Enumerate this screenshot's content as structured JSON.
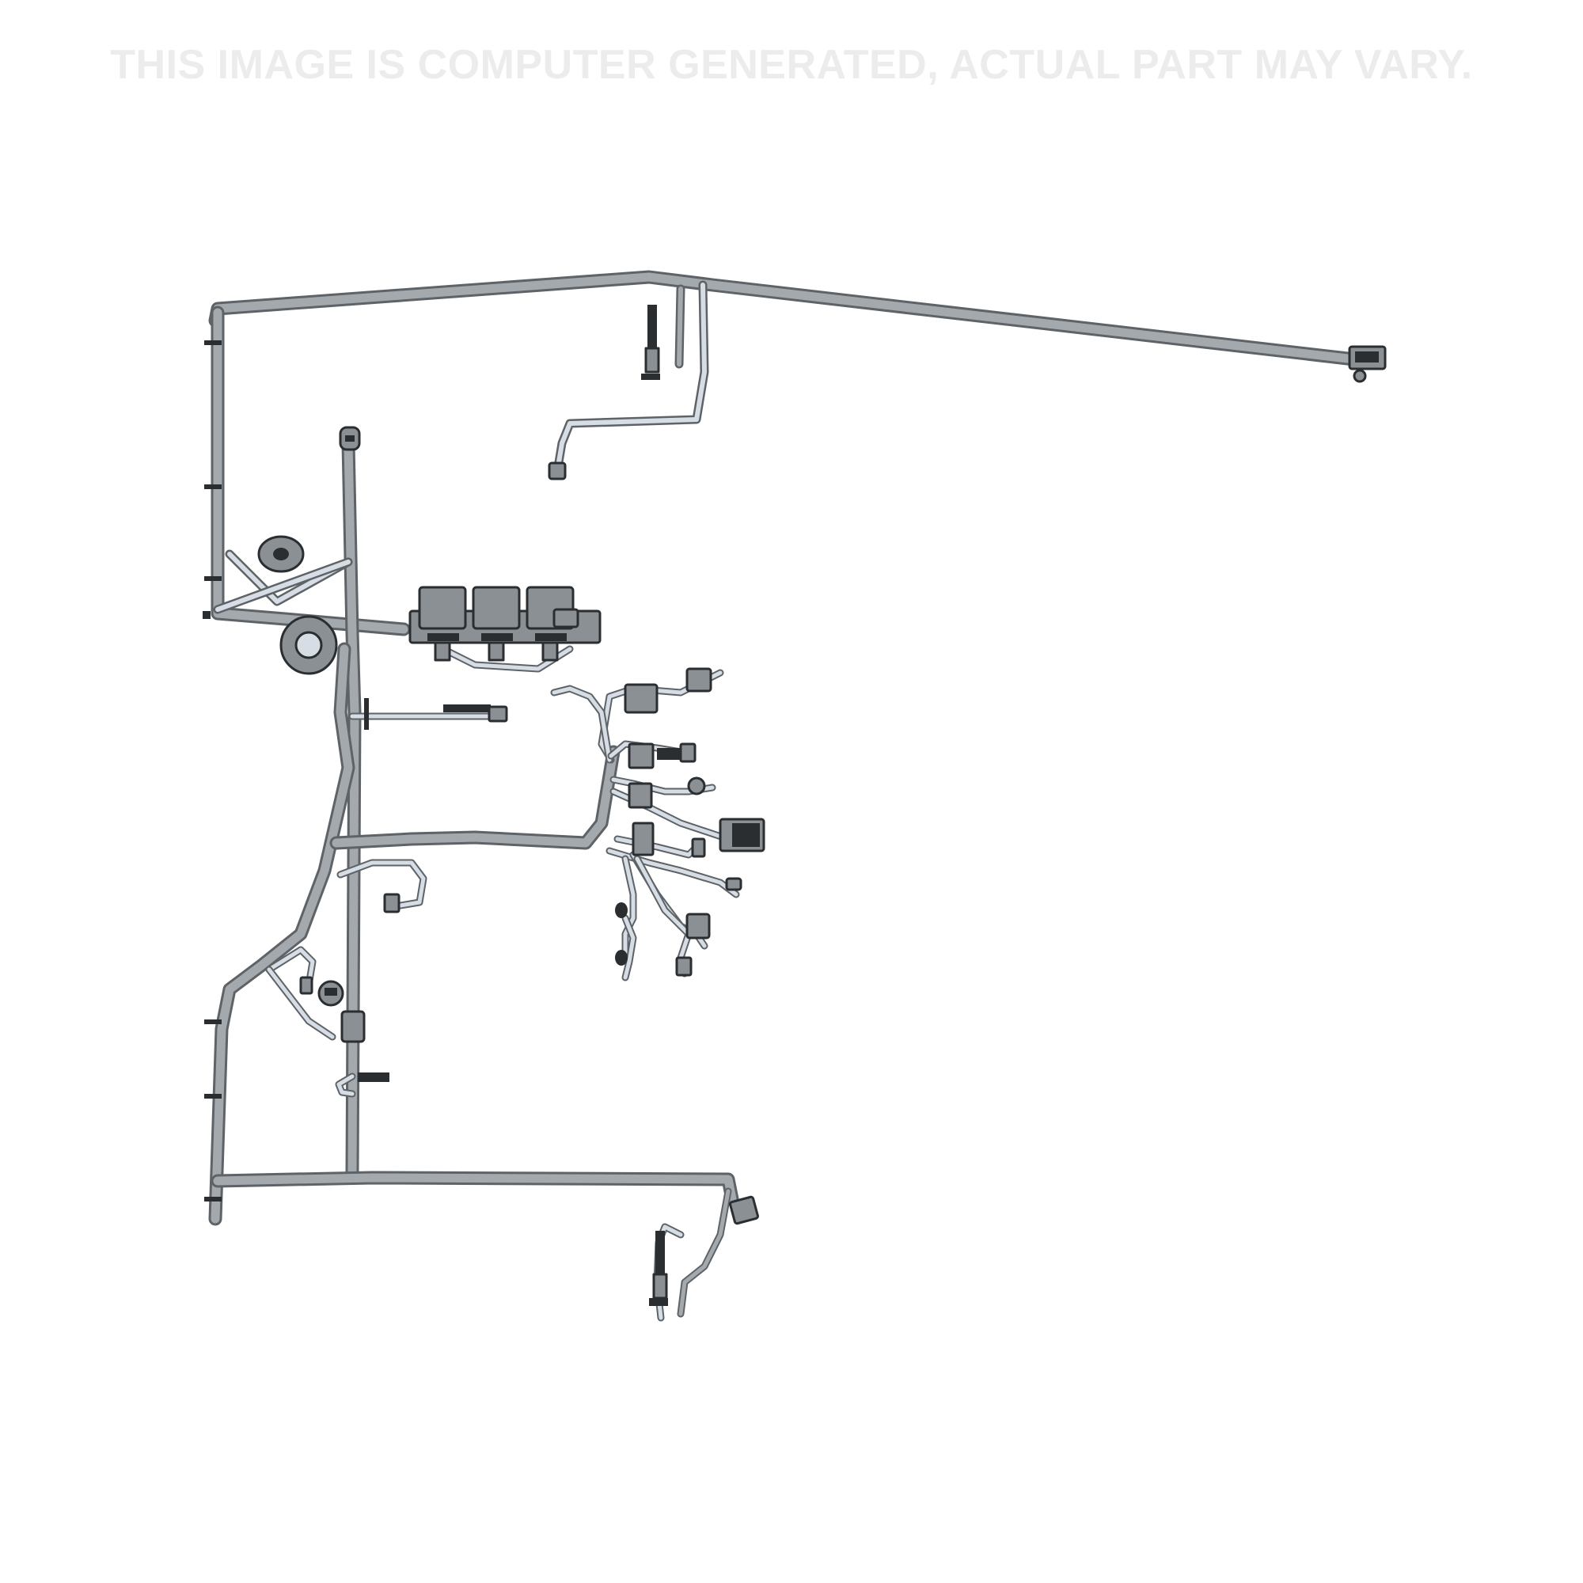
{
  "disclaimer": "THIS IMAGE IS COMPUTER GENERATED, ACTUAL PART MAY VARY.",
  "colors": {
    "disclaimer_text": "#ececec",
    "harness_fill": "#a4a9ae",
    "harness_outline": "#5e6368",
    "light_wire_fill": "#d6dde4",
    "connector_fill": "#8b9095",
    "connector_dark": "#2b2e31",
    "background": "#ffffff"
  },
  "icons": [
    "wiring-harness-diagram",
    "relay-module",
    "grommet",
    "connector",
    "clip",
    "spark-plug-boot"
  ]
}
